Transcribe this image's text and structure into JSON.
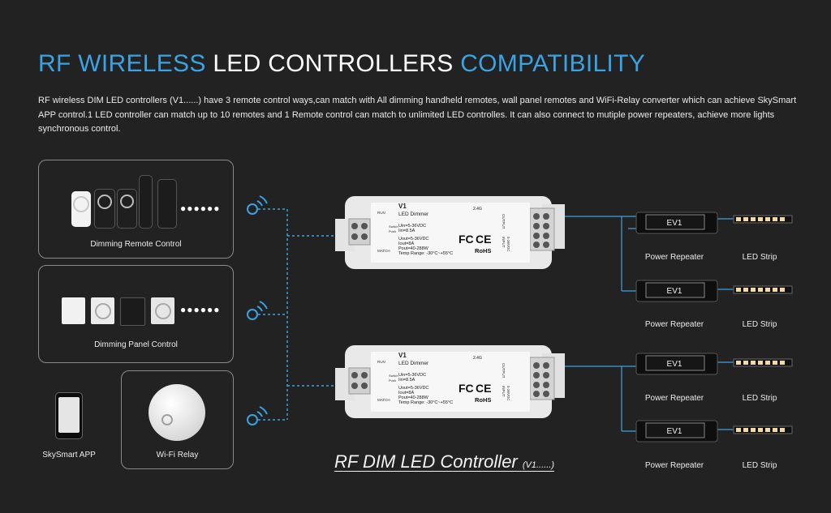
{
  "title": {
    "part1": "RF WIRELESS ",
    "part2": "LED CONTROLLERS ",
    "part3": "COMPATIBILITY"
  },
  "intro": "RF wireless DIM LED controllers (V1......) have 3 remote control ways,can match with All dimming handheld remotes, wall panel remotes and WiFi-Relay converter which can achieve SkySmart APP control.1 LED controller can match up to 10 remotes and 1 Remote control can match to unlimited LED controlles. It can also connect to mutiple power repeaters, achieve more lights synchronous control.",
  "sources": {
    "remote": "Dimming Remote Control",
    "panel": "Dimming Panel Control",
    "app": "SkySmart APP",
    "relay": "Wi-Fi Relay"
  },
  "controller": {
    "model": "V1",
    "name": "LED Dimmer",
    "run": "RUN",
    "match": "MATCH",
    "switch": "Switch",
    "push": "Push",
    "uin": "Uin=5-36VDC",
    "iin": "Iin=8.5A",
    "uout": "Uout=5-36VDC",
    "iout": "Iout=8A",
    "pout": "Pout=40-288W",
    "temp": "Temp Range: -30°C~+55°C",
    "freq": "2.4G",
    "output": "OUTPUT",
    "input": "INPUT",
    "input_v": "5-36VDC",
    "fcc": "FC",
    "ce": "CE",
    "rohs": "RoHS"
  },
  "repeater": {
    "model": "EV1",
    "label": "Power Repeater"
  },
  "strip": {
    "label": "LED Strip"
  },
  "caption": {
    "main": "RF DIM LED Controller ",
    "small": "(V1......)"
  },
  "colors": {
    "accent": "#3aa3e3",
    "background": "#222222"
  }
}
